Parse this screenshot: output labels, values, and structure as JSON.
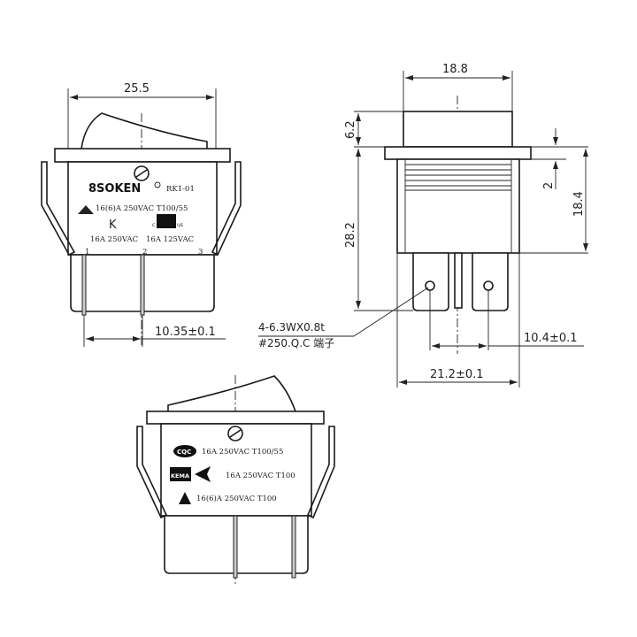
{
  "drawing": {
    "title": "Rocker switch dimension drawing",
    "front_view": {
      "width_dim": "25.5",
      "pin_spacing_dim": "10.35±0.1",
      "brand": "SOKEN",
      "model": "RK1-01",
      "rating_line_1": "16(6)A 250VAC T100/55",
      "rating_kc": "16A 250VAC",
      "rating_ul": "16A 125VAC",
      "pin_labels": [
        "1",
        "2",
        "3"
      ],
      "ul_mark_c": "c",
      "ul_mark_us": "us"
    },
    "side_view": {
      "width_dim": "18.8",
      "actuator_height_dim": "6.2",
      "total_height_dim": "28.2",
      "flange_dim": "2",
      "body_height_dim": "18.4",
      "terminal_spacing_dim": "10.4±0.1",
      "overall_width_dim": "21.2±0.1",
      "terminal_note_line_1": "4-6.3WX0.8t",
      "terminal_note_line_2": "#250.Q.C 端子"
    },
    "back_view": {
      "rating_cqc": "16A 250VAC T100/55",
      "rating_kema": "16A 250VAC T100",
      "rating_delta": "16(6)A 250VAC T100",
      "cqc_label": "CQC",
      "kema_label": "KEMA"
    }
  }
}
